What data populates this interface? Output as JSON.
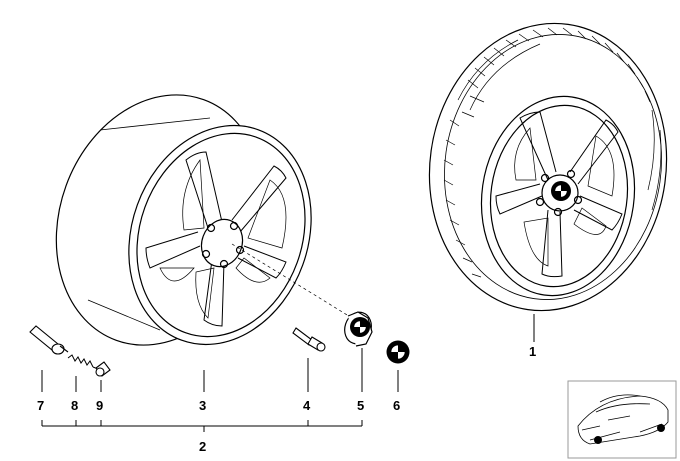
{
  "callouts": {
    "c1": "1",
    "c2": "2",
    "c3": "3",
    "c4": "4",
    "c5": "5",
    "c6": "6",
    "c7": "7",
    "c8": "8",
    "c9": "9"
  },
  "colors": {
    "line": "#000000",
    "background": "#ffffff",
    "thumbnail_border": "#9a9a9a"
  },
  "icons": [
    "bmw-roundel-icon",
    "car-thumbnail-icon"
  ]
}
